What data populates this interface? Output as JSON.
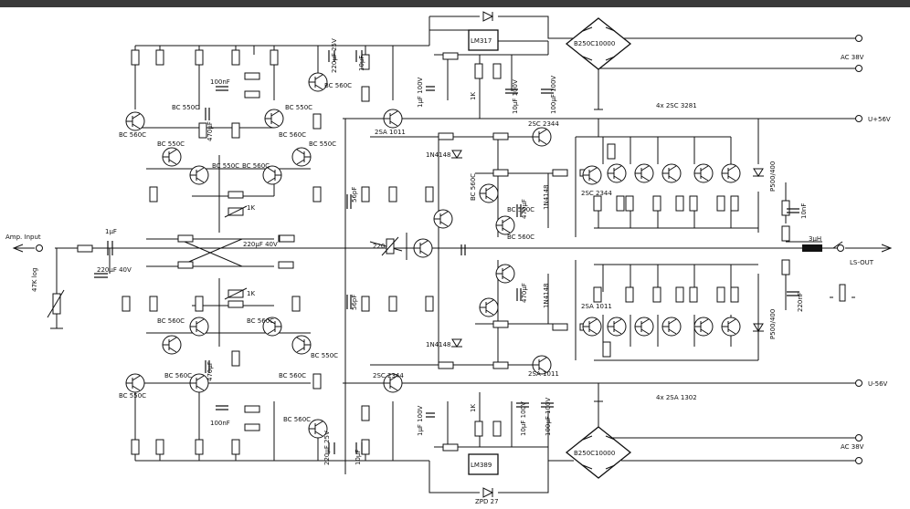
{
  "diagram": {
    "labels": {
      "amp_input": "Amp. Input",
      "ls_out": "LS-OUT",
      "ac_top": "AC 38V",
      "ac_bottom": "AC 38V",
      "v_plus": "U+56V",
      "v_minus": "U-56V",
      "out_top": "4x  2SC 3281",
      "out_bottom": "4x  2SA 1302",
      "reg_top": "LM317",
      "reg_bottom": "LM389",
      "bridge_top": "B250C10000",
      "bridge_bottom": "B250C10000",
      "zpd_bottom": "ZPD 27",
      "inductor": "3µH",
      "pot": "47K log",
      "cap_in": "1µF",
      "cap_220_40": "220µF 40V",
      "cap_220_40b": "220µF 40V",
      "cap_100nf_top": "100nF",
      "cap_100nf_bottom": "100nF",
      "cap_56pf_top": "56pF",
      "cap_56pf_bottom": "56pF",
      "cap_10uf_a": "10µF",
      "cap_10uf_b": "10µF",
      "cap_220_25_top": "220µF 25V",
      "cap_220_25_bottom": "220µF 25V",
      "cap_1uf_100v_top": "1µF 100V",
      "cap_1uf_100v_bottom": "1µF 100V",
      "cap_10uf_100v_top": "10µF 100V",
      "cap_100uf_100v_top": "100µF 100V",
      "cap_10uf_100v_bottom": "10µF 100V",
      "cap_100uf_100v_bottom": "100µF 100V",
      "cap_470uf_a": "470µF",
      "cap_470uf_b": "470µF",
      "cap_470uf_c": "470µF",
      "cap_470uf_d": "470µF",
      "cap_220nf": "220nF",
      "cap_10nf": "10nF",
      "res_1k_a": "1K",
      "res_1k_b": "1K",
      "res_1k_top": "1K",
      "res_1k_bottom": "1K",
      "res_220": "220",
      "q_bc550c_1": "BC 550C",
      "q_bc550c_2": "BC 550C",
      "q_bc550c_3": "BC 550C",
      "q_bc550c_4": "BC 550C",
      "q_bc560c_1": "BC 560C",
      "q_bc560c_2": "BC 560C",
      "q_bc560c_3": "BC 560C",
      "q_bc560c_4": "BC 560C",
      "q_bc550c_vbe": "BC 550C",
      "q_bc560c_a": "BC 560C",
      "q_bc560c_b": "BC 560C",
      "q_bc560c_c": "BC 560C",
      "q_bc550c_c": "BC 550C",
      "q_bc550c_low": "BC 550C",
      "q_bc560c_low1": "BC 560C",
      "q_bc560c_low2": "BC 560C",
      "q_2sa1011_top": "2SA 1011",
      "q_2sc2344_bottom": "2SC 2344",
      "q_2sc2344_drv": "2SC 2344",
      "q_2sc2344_drv2": "2SC 2344",
      "q_2sa1011_drv": "2SA 1011",
      "q_2sa1011_drv2": "2SA 1011",
      "q_bc560c_mid": "BC 560C",
      "q_bc550c_mid": "BC 550C",
      "q_bc560c_mid2": "BC 560C",
      "d_1n4148_a": "1N4148",
      "d_1n4148_b": "1N4148",
      "d_1n4148_c": "1N4148",
      "d_1n4148_d": "1N4148",
      "d_p500_a": "P500/400",
      "d_p500_b": "P500/400"
    }
  }
}
